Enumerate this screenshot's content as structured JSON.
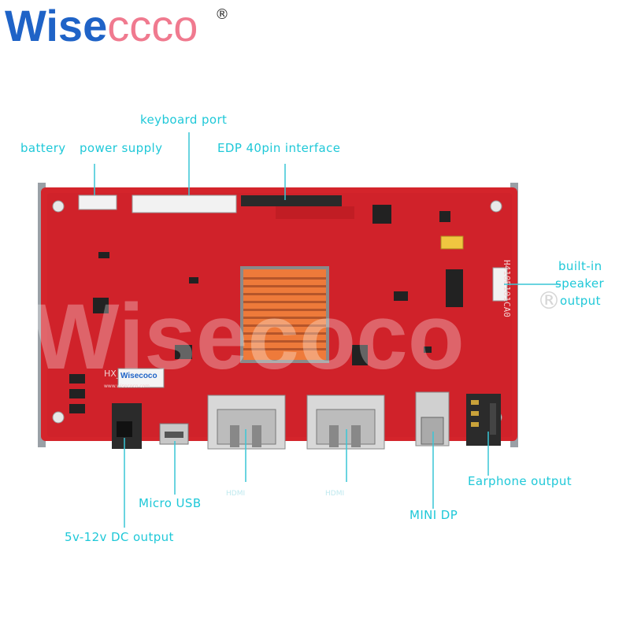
{
  "brand": {
    "name_prefix": "Wise",
    "name_suffix": "ccco",
    "registered_mark": "®",
    "color_blue": "#1f63c7",
    "color_pink": "#f07a8f"
  },
  "watermark": {
    "text": "Wisecoco",
    "registered_mark": "®"
  },
  "labels": {
    "battery": "battery",
    "power_supply": "power supply",
    "keyboard_port": "keyboard port",
    "edp": "EDP 40pin interface",
    "speaker_1": "built-in",
    "speaker_2": "speaker",
    "speaker_3": "output",
    "micro_usb": "Micro USB",
    "dc_output": "5v-12v DC output",
    "mini_dp": "MINI DP",
    "earphone": "Earphone output",
    "hdmi_1": "HDMI",
    "hdmi_2": "HDMI"
  },
  "board": {
    "pcb_color": "#d4242b",
    "heatsink_color": "#ee7a3a",
    "model_marking": "H410E101CA0",
    "logo_text": "Wisecoco",
    "hx_text": "HX_",
    "url_text": "www.wisecoco.com"
  },
  "label_color": "#1fc8d8"
}
